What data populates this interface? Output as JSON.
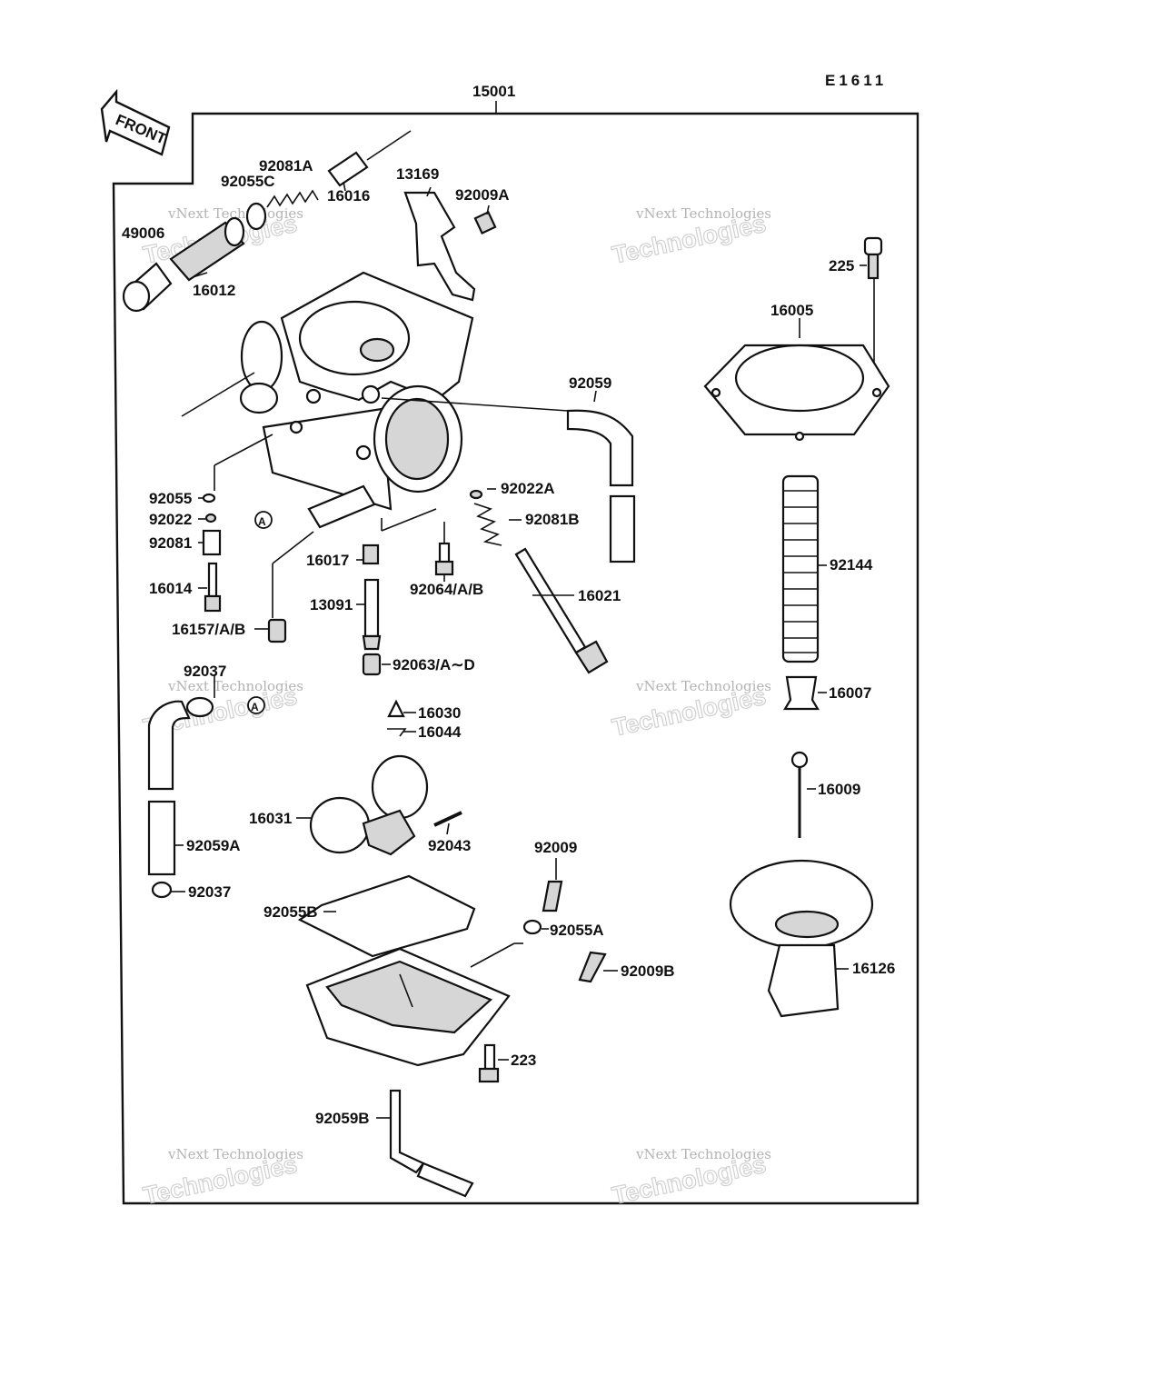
{
  "drawing_code": "E1611",
  "assembly_number": "15001",
  "front_arrow_label": "FRONT",
  "reference_marker": "A",
  "watermark": {
    "line1": "vNext Technologies",
    "line2": "Technologies"
  },
  "part_labels": {
    "p49006": "49006",
    "p92055C": "92055C",
    "p92081A": "92081A",
    "p16016": "16016",
    "p16012": "16012",
    "p13169": "13169",
    "p92009A": "92009A",
    "p225": "225",
    "p16005": "16005",
    "p92059": "92059",
    "p92022A": "92022A",
    "p92081B": "92081B",
    "p16021": "16021",
    "p92144": "92144",
    "p92055": "92055",
    "p92022": "92022",
    "p92081": "92081",
    "p16014": "16014",
    "p16157": "16157/A/B",
    "p16017": "16017",
    "p13091": "13091",
    "p92064": "92064/A/B",
    "p92063": "92063/A∼D",
    "p92037top": "92037",
    "p16030": "16030",
    "p16044": "16044",
    "p16007": "16007",
    "p16009": "16009",
    "p16031": "16031",
    "p92043": "92043",
    "p92059A": "92059A",
    "p92037": "92037",
    "p92009": "92009",
    "p92055B": "92055B",
    "p92055A": "92055A",
    "p92009B": "92009B",
    "p16126": "16126",
    "p223": "223",
    "p92059B": "92059B"
  }
}
